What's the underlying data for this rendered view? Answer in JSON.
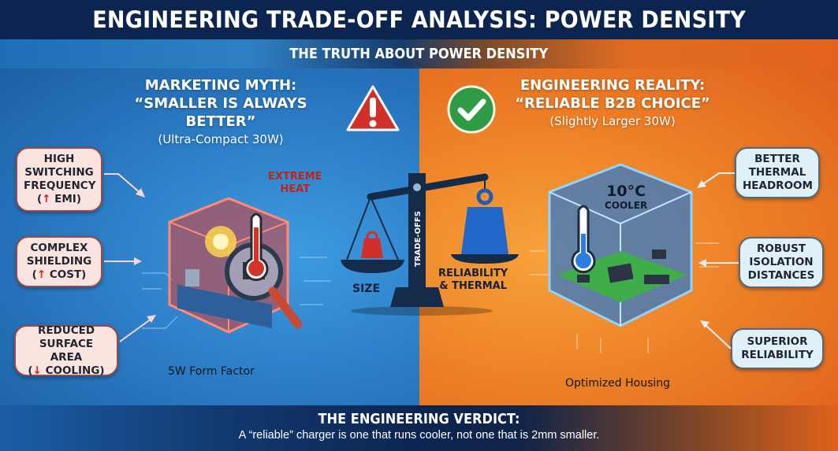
{
  "header": {
    "title": "ENGINEERING TRADE-OFF ANALYSIS: POWER DENSITY"
  },
  "subheader": {
    "title": "THE TRUTH ABOUT POWER DENSITY"
  },
  "left_panel": {
    "heading_line1": "MARKETING MYTH:",
    "heading_line2": "“SMALLER IS ALWAYS BETTER”",
    "heading_line3": "(Ultra-Compact 30W)",
    "status_icon": "warning-triangle-icon",
    "callouts": [
      {
        "lines": [
          "HIGH",
          "SWITCHING",
          "FREQUENCY"
        ],
        "note_arrow": "↑",
        "note": "EMI)"
      },
      {
        "lines": [
          "COMPLEX",
          "SHIELDING"
        ],
        "note_arrow": "↑",
        "note": "COST)"
      },
      {
        "lines": [
          "REDUCED",
          "SURFACE AREA"
        ],
        "note_arrow": "↓",
        "note": "COOLING)"
      }
    ],
    "heat_label_line1": "EXTREME",
    "heat_label_line2": "HEAT",
    "caption": "5W Form Factor",
    "color": "#2d7fc8"
  },
  "center": {
    "scale_post_label": "TRADE-OFFS",
    "left_pan_label": "SIZE",
    "right_pan_label_line1": "RELIABILITY",
    "right_pan_label_line2": "& THERMAL"
  },
  "right_panel": {
    "heading_line1": "ENGINEERING REALITY:",
    "heading_line2": "“RELIABLE B2B CHOICE”",
    "heading_line3": "(Slightly Larger 30W)",
    "status_icon": "checkmark-circle-icon",
    "temp_value": "10°C",
    "temp_label": "COOLER",
    "callouts": [
      {
        "lines": [
          "BETTER",
          "THERMAL",
          "HEADROOM"
        ]
      },
      {
        "lines": [
          "ROBUST",
          "ISOLATION",
          "DISTANCES"
        ]
      },
      {
        "lines": [
          "SUPERIOR",
          "RELIABILITY"
        ]
      }
    ],
    "caption": "Optimized Housing",
    "color": "#ee8328"
  },
  "verdict": {
    "title": "THE ENGINEERING VERDICT:",
    "body": "A “reliable” charger is one that runs cooler, not one that is 2mm smaller."
  }
}
